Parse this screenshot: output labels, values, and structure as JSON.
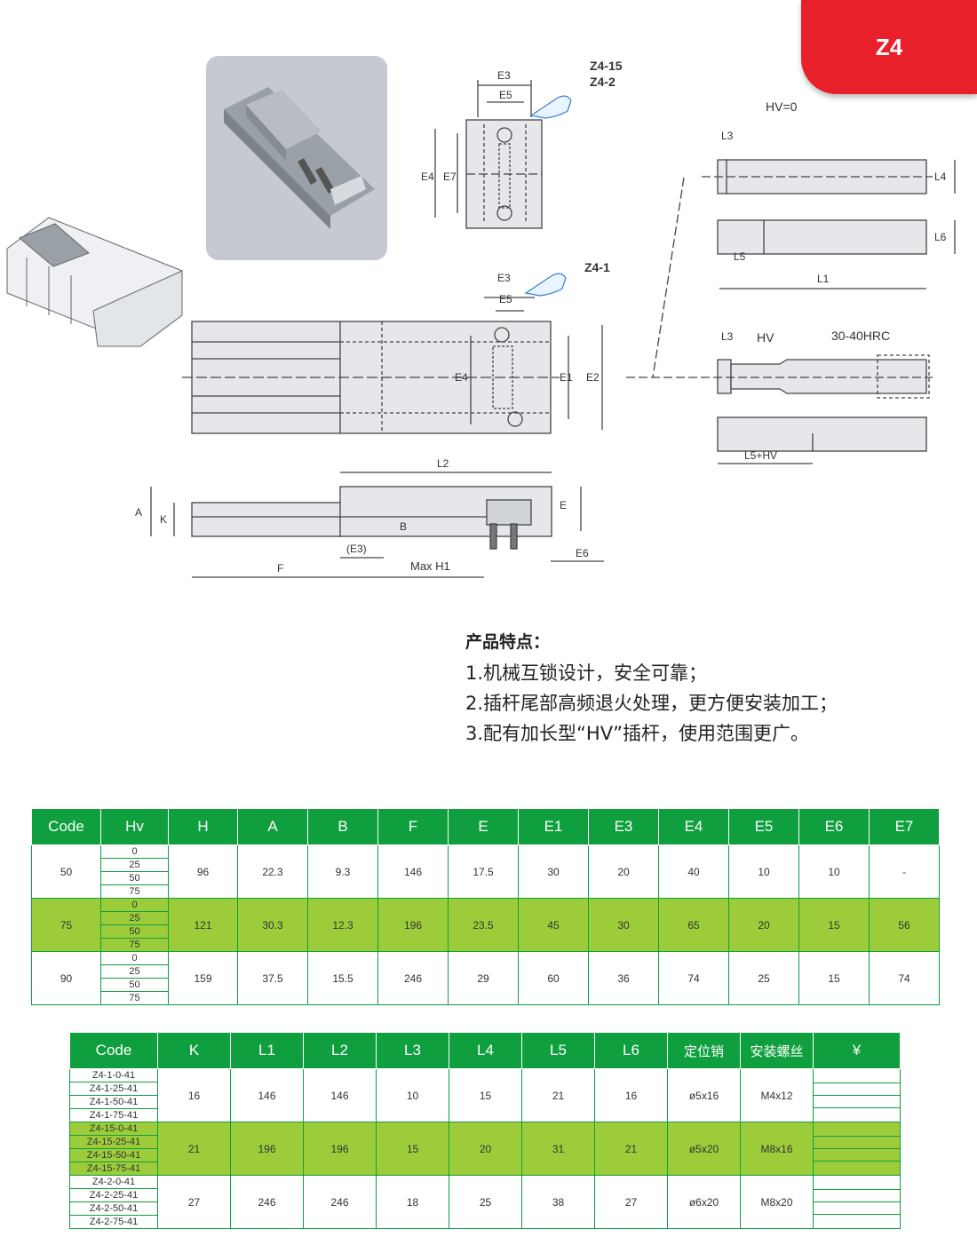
{
  "tab": {
    "label": "Z4"
  },
  "diagram": {
    "labels": {
      "z4_15": "Z4-15",
      "z4_2": "Z4-2",
      "z4_1": "Z4-1",
      "hv0": "HV=0",
      "hv": "HV",
      "hrc": "30-40HRC",
      "e3": "E3",
      "e5": "E5",
      "e4": "E4",
      "e7": "E7",
      "e1": "E1",
      "e2": "E2",
      "l1": "L1",
      "l2": "L2",
      "l3": "L3",
      "l4": "L4",
      "l5": "L5",
      "l6": "L6",
      "l5hv": "L5+HV",
      "a": "A",
      "k": "K",
      "b": "B",
      "e": "E",
      "e6": "E6",
      "f": "F",
      "e3p": "(E3)",
      "maxh1": "Max H1"
    }
  },
  "features": {
    "heading": "产品特点：",
    "items": [
      "1.机械互锁设计，安全可靠；",
      "2.插杆尾部高频退火处理，更方便安装加工；",
      "3.配有加长型“HV”插杆，使用范围更广。"
    ]
  },
  "table1": {
    "headers": [
      "Code",
      "Hv",
      "H",
      "A",
      "B",
      "F",
      "E",
      "E1",
      "E3",
      "E4",
      "E5",
      "E6",
      "E7"
    ],
    "rows": [
      {
        "code": "50",
        "hv": [
          "0",
          "25",
          "50",
          "75"
        ],
        "vals": [
          "96",
          "22.3",
          "9.3",
          "146",
          "17.5",
          "30",
          "20",
          "40",
          "10",
          "10",
          "-"
        ]
      },
      {
        "code": "75",
        "hv": [
          "0",
          "25",
          "50",
          "75"
        ],
        "vals": [
          "121",
          "30.3",
          "12.3",
          "196",
          "23.5",
          "45",
          "30",
          "65",
          "20",
          "15",
          "56"
        ]
      },
      {
        "code": "90",
        "hv": [
          "0",
          "25",
          "50",
          "75"
        ],
        "vals": [
          "159",
          "37.5",
          "15.5",
          "246",
          "29",
          "60",
          "36",
          "74",
          "25",
          "15",
          "74"
        ]
      }
    ]
  },
  "table2": {
    "headers": [
      "Code",
      "K",
      "L1",
      "L2",
      "L3",
      "L4",
      "L5",
      "L6",
      "定位销",
      "安装螺丝",
      "¥"
    ],
    "rows": [
      {
        "codes": [
          "Z4-1-0-41",
          "Z4-1-25-41",
          "Z4-1-50-41",
          "Z4-1-75-41"
        ],
        "vals": [
          "16",
          "146",
          "146",
          "10",
          "15",
          "21",
          "16",
          "ø5x16",
          "M4x12"
        ]
      },
      {
        "codes": [
          "Z4-15-0-41",
          "Z4-15-25-41",
          "Z4-15-50-41",
          "Z4-15-75-41"
        ],
        "vals": [
          "21",
          "196",
          "196",
          "15",
          "20",
          "31",
          "21",
          "ø5x20",
          "M8x16"
        ]
      },
      {
        "codes": [
          "Z4-2-0-41",
          "Z4-2-25-41",
          "Z4-2-50-41",
          "Z4-2-75-41"
        ],
        "vals": [
          "27",
          "246",
          "246",
          "18",
          "25",
          "38",
          "27",
          "ø6x20",
          "M8x20"
        ]
      }
    ]
  }
}
